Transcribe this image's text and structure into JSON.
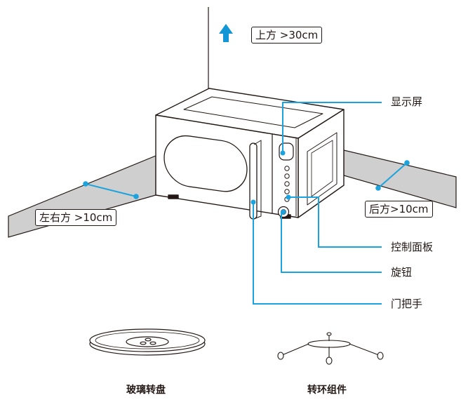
{
  "clearance": {
    "top": "上方 >30cm",
    "sides": "左右方 >10cm",
    "back": "后方>10cm"
  },
  "callouts": {
    "display": "显示屏",
    "control_panel": "控制面板",
    "knob": "旋钮",
    "door_handle": "门把手"
  },
  "accessories": {
    "glass_turntable": "玻璃转盘",
    "turntable_assembly": "转环组件"
  },
  "colors": {
    "line": "#231815",
    "callout": "#1aa3dc",
    "arrow": "#1296d6",
    "wall": "#cfcfcf"
  }
}
